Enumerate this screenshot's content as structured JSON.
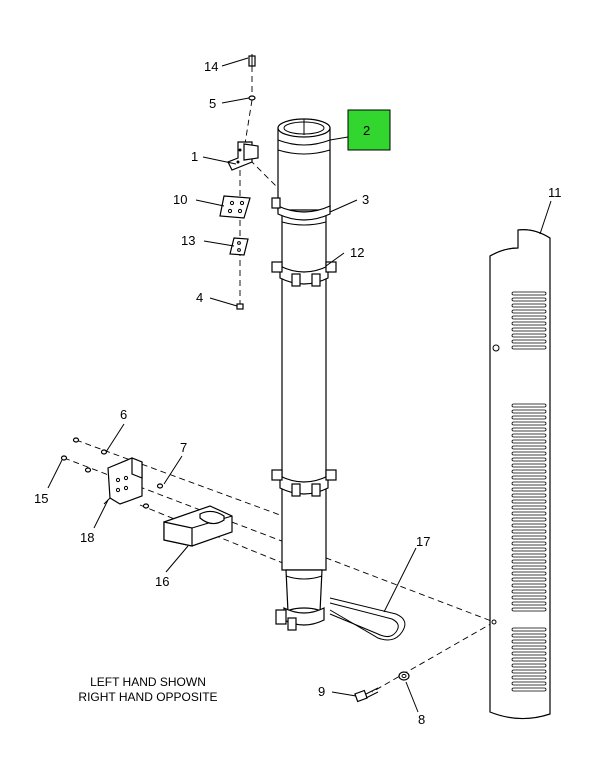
{
  "diagram": {
    "callouts": [
      "14",
      "5",
      "1",
      "10",
      "13",
      "4",
      "2",
      "3",
      "12",
      "11",
      "6",
      "7",
      "15",
      "18",
      "16",
      "17",
      "9",
      "8"
    ],
    "highlighted_callout": "2",
    "highlight_color": "#33d62e",
    "note_lines": [
      "LEFT HAND SHOWN",
      "RIGHT HAND OPPOSITE"
    ]
  }
}
